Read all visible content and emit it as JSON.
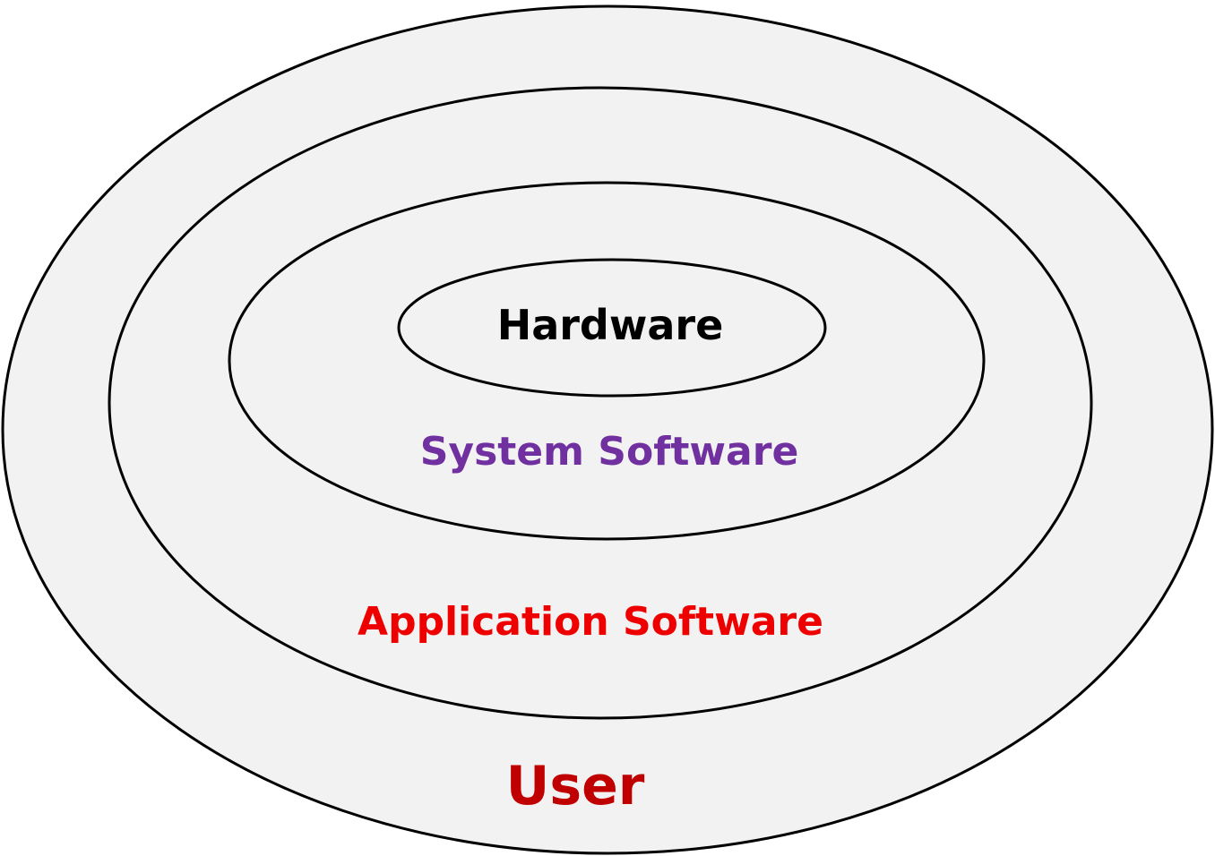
{
  "colors": {
    "background": "#ffffff",
    "ring_fill": "#f2f2f2",
    "ring_stroke": "#000000",
    "hardware": "#000000",
    "system_software": "#7030a0",
    "application_software": "#ee0000",
    "user": "#c00000"
  },
  "layers": {
    "user": {
      "label": "User"
    },
    "application_software": {
      "label": "Application Software"
    },
    "system_software": {
      "label": "System Software"
    },
    "hardware": {
      "label": "Hardware"
    }
  }
}
